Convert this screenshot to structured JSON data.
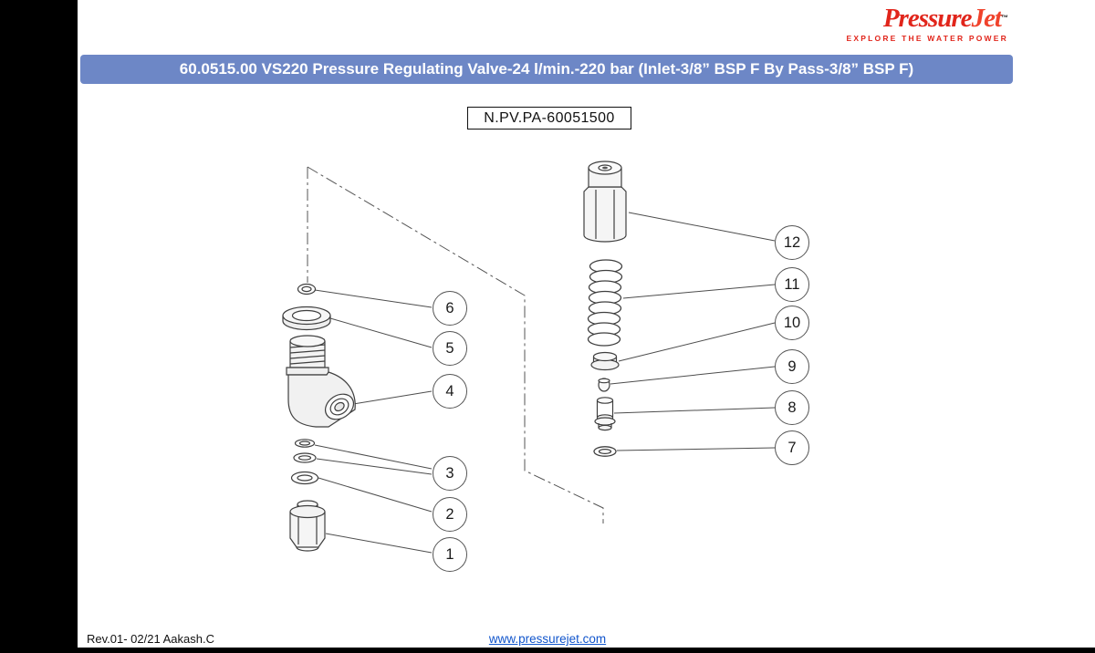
{
  "logo": {
    "brand_primary": "Pressure",
    "brand_secondary": "Jet",
    "trademark": "™",
    "tagline": "EXPLORE THE WATER POWER",
    "brand_color": "#e1251b"
  },
  "header": {
    "title": "60.0515.00 VS220 Pressure Regulating Valve-24 l/min.-220 bar (Inlet-3/8” BSP F By Pass-3/8” BSP F)",
    "bg_color": "#6d87c6"
  },
  "part_code": "N.PV.PA-60051500",
  "diagram": {
    "callouts": [
      "1",
      "2",
      "3",
      "4",
      "5",
      "6",
      "7",
      "8",
      "9",
      "10",
      "11",
      "12"
    ]
  },
  "footer": {
    "revision": "Rev.01- 02/21 Aakash.C",
    "website": "www.pressurejet.com",
    "link_color": "#1155cc"
  }
}
